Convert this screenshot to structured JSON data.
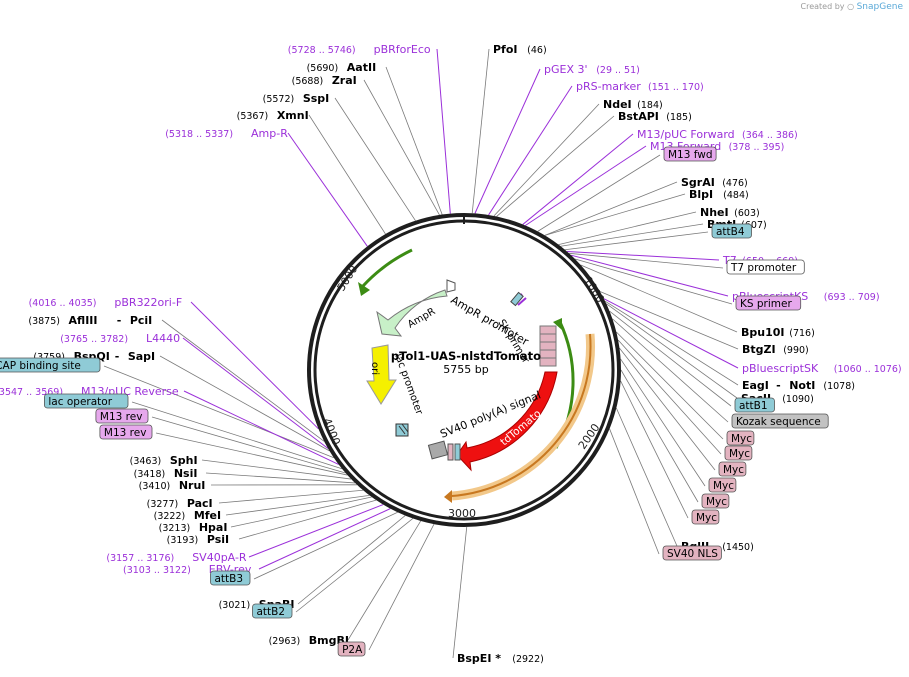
{
  "header": {
    "created_by": "Created by",
    "brand": "SnapGene"
  },
  "plasmid": {
    "name": "pTol1-UAS-nlstdTomato",
    "length_bp": 5755,
    "length_label": "5755 bp"
  },
  "ticks": [
    "1000",
    "2000",
    "3000",
    "4000",
    "5000"
  ],
  "labels": {
    "left": [
      {
        "t": "site",
        "name": "AatII",
        "pos": "(5690)"
      },
      {
        "t": "site",
        "name": "ZraI",
        "pos": "(5688)"
      },
      {
        "t": "site",
        "name": "SspI",
        "pos": "(5572)"
      },
      {
        "t": "site",
        "name": "XmnI",
        "pos": "(5367)"
      },
      {
        "t": "primer",
        "name": "Amp-R",
        "pos": "(5318 .. 5337)"
      },
      {
        "t": "primer",
        "name": "pBR322ori-F",
        "pos": "(4016 .. 4035)"
      },
      {
        "t": "site",
        "name": "AflIII",
        "extra": "PciI",
        "pos": "(3875)"
      },
      {
        "t": "primer",
        "name": "L4440",
        "pos": "(3765 .. 3782)"
      },
      {
        "t": "site",
        "name": "BspQI",
        "extra": "SapI",
        "pos": "(3759)"
      },
      {
        "t": "feature",
        "name": "CAP binding site",
        "fill": "#8fcbd6"
      },
      {
        "t": "primer",
        "name": "M13/pUC Reverse",
        "pos": "(3547 .. 3569)"
      },
      {
        "t": "feature",
        "name": "lac operator",
        "fill": "#8fcbd6"
      },
      {
        "t": "feature",
        "name": "M13 rev",
        "fill": "#e6a8ec"
      },
      {
        "t": "feature",
        "name": "M13 rev",
        "fill": "#e6a8ec"
      },
      {
        "t": "site",
        "name": "SphI",
        "pos": "(3463)"
      },
      {
        "t": "site",
        "name": "NsiI",
        "pos": "(3418)"
      },
      {
        "t": "site",
        "name": "NruI",
        "pos": "(3410)"
      },
      {
        "t": "site",
        "name": "PacI",
        "pos": "(3277)"
      },
      {
        "t": "site",
        "name": "MfeI",
        "pos": "(3222)"
      },
      {
        "t": "site",
        "name": "HpaI",
        "pos": "(3213)"
      },
      {
        "t": "site",
        "name": "PsiI",
        "pos": "(3193)"
      },
      {
        "t": "primer",
        "name": "SV40pA-R",
        "pos": "(3157 .. 3176)"
      },
      {
        "t": "primer",
        "name": "EBV-rev",
        "pos": "(3103 .. 3122)"
      },
      {
        "t": "feature",
        "name": "attB3",
        "fill": "#8fcbd6"
      },
      {
        "t": "site",
        "name": "SnaBI",
        "pos": "(3021)"
      },
      {
        "t": "feature",
        "name": "attB2",
        "fill": "#8fcbd6"
      },
      {
        "t": "site",
        "name": "BmgBI",
        "pos": "(2963)"
      },
      {
        "t": "feature",
        "name": "P2A",
        "fill": "#e3b3c0"
      },
      {
        "t": "primer",
        "name": "pBRforEco",
        "pos": "(5728 .. 5746)"
      }
    ],
    "right": [
      {
        "t": "site",
        "name": "PfoI",
        "pos": "(46)"
      },
      {
        "t": "primer",
        "name": "pGEX 3'",
        "pos": "(29 .. 51)"
      },
      {
        "t": "primer",
        "name": "pRS-marker",
        "pos": "(151 .. 170)"
      },
      {
        "t": "site",
        "name": "NdeI",
        "pos": "(184)"
      },
      {
        "t": "site",
        "name": "BstAPI",
        "pos": "(185)"
      },
      {
        "t": "primer",
        "name": "M13/pUC Forward",
        "pos": "(364 .. 386)"
      },
      {
        "t": "primer",
        "name": "M13 Forward",
        "pos": "(378 .. 395)"
      },
      {
        "t": "feature",
        "name": "M13 fwd",
        "fill": "#e6a8ec"
      },
      {
        "t": "site",
        "name": "SgrAI",
        "pos": "(476)"
      },
      {
        "t": "site",
        "name": "BlpI",
        "pos": "(484)"
      },
      {
        "t": "site",
        "name": "NheI",
        "pos": "(603)"
      },
      {
        "t": "site",
        "name": "BmtI",
        "pos": "(607)"
      },
      {
        "t": "feature",
        "name": "attB4",
        "fill": "#8fcbd6"
      },
      {
        "t": "primer",
        "name": "T7",
        "pos": "(650 .. 669)"
      },
      {
        "t": "feature",
        "name": "T7 promoter",
        "fill": "#ffffff"
      },
      {
        "t": "primer",
        "name": "pBluescriptKS",
        "pos": "(693 .. 709)"
      },
      {
        "t": "feature",
        "name": "KS primer",
        "fill": "#e6a8ec"
      },
      {
        "t": "site",
        "name": "Bpu10I",
        "pos": "(716)"
      },
      {
        "t": "site",
        "name": "BtgZI",
        "pos": "(990)"
      },
      {
        "t": "primer",
        "name": "pBluescriptSK",
        "pos": "(1060 .. 1076)"
      },
      {
        "t": "site",
        "name": "EagI",
        "extra": "NotI",
        "pos": "(1078)"
      },
      {
        "t": "site",
        "name": "SacII",
        "pos": "(1090)"
      },
      {
        "t": "feature",
        "name": "attB1",
        "fill": "#8fcbd6"
      },
      {
        "t": "feature",
        "name": "Kozak sequence",
        "fill": "#c2c2c2"
      },
      {
        "t": "feature",
        "name": "Myc",
        "fill": "#e3b3c0"
      },
      {
        "t": "feature",
        "name": "Myc",
        "fill": "#e3b3c0"
      },
      {
        "t": "feature",
        "name": "Myc",
        "fill": "#e3b3c0"
      },
      {
        "t": "feature",
        "name": "Myc",
        "fill": "#e3b3c0"
      },
      {
        "t": "feature",
        "name": "Myc",
        "fill": "#e3b3c0"
      },
      {
        "t": "feature",
        "name": "Myc",
        "fill": "#e3b3c0"
      },
      {
        "t": "site",
        "name": "BglII",
        "pos": "(1450)"
      },
      {
        "t": "feature",
        "name": "SV40 NLS",
        "fill": "#e3b3c0"
      },
      {
        "t": "site",
        "name": "BspEI *",
        "pos": "(2922)"
      }
    ]
  },
  "inner_labels": {
    "ampr_promoter": "AmpR promoter",
    "ampr": "AmpR",
    "ori": "ori",
    "lac_promoter": "lac promoter",
    "sk_primer": "SK primer",
    "sv40": "SV40 poly(A) signal",
    "tdtomato": "tdTomato"
  },
  "colors": {
    "primer": "#9b30d9",
    "site": "#000000",
    "pos": "#000000",
    "line": "#7a7a7a",
    "ring": "#1e1e1e",
    "tdtomato": "#ee1010",
    "ampr": "#c8f0c8",
    "ori": "#f5f000",
    "green_arrow": "#3c8c14",
    "orange_arrow": "#c87820"
  }
}
